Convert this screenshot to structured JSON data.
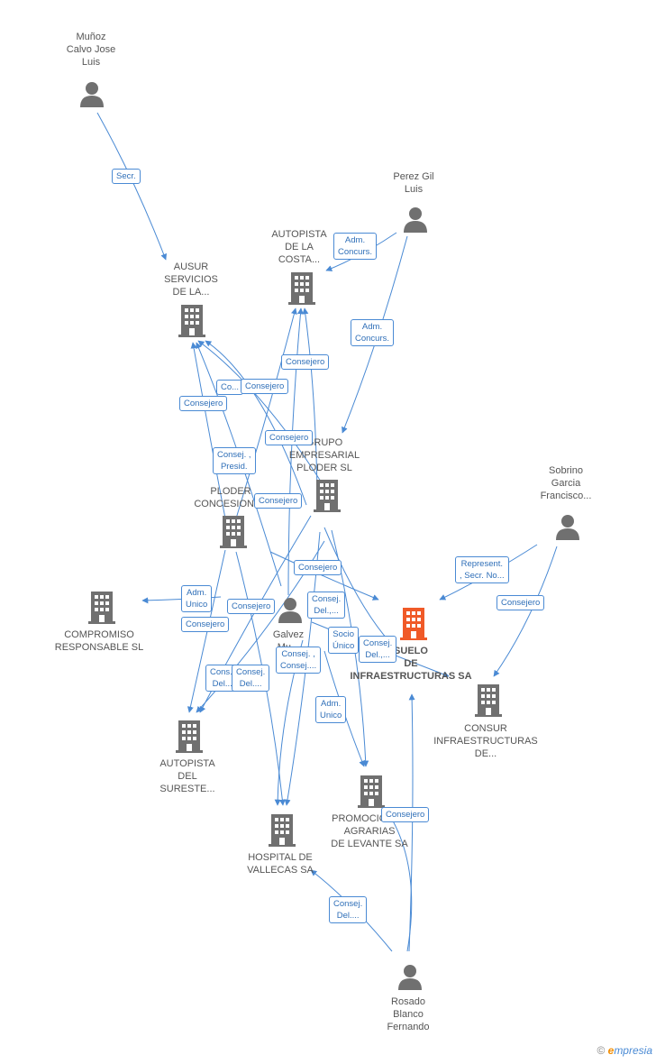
{
  "colors": {
    "edge": "#4a8ad4",
    "node": "#707070",
    "focus": "#f05a28"
  },
  "nodes": {
    "munoz": {
      "label": "Muñoz\nCalvo Jose\nLuis",
      "icon": "person-icon"
    },
    "perez": {
      "label": "Perez Gil\nLuis",
      "icon": "person-icon"
    },
    "ausur": {
      "label": "AUSUR\nSERVICIOS\nDE LA...",
      "icon": "building-icon"
    },
    "autopista_costa": {
      "label": "AUTOPISTA\nDE LA\nCOSTA...",
      "icon": "building-icon"
    },
    "grupo_ploder": {
      "label": "GRUPO\nEMPRESARIAL\nPLODER SL",
      "icon": "building-icon"
    },
    "ploder_conc": {
      "label": "PLODER\nCONCESIONES",
      "icon": "building-icon"
    },
    "sobrino": {
      "label": "Sobrino\nGarcia\nFrancisco...",
      "icon": "person-icon"
    },
    "compromiso": {
      "label": "COMPROMISO\nRESPONSABLE SL",
      "icon": "building-icon"
    },
    "galvez": {
      "label": "Galvez\nMu...",
      "icon": "person-icon"
    },
    "suelo": {
      "label": "SUELO\nDE\nINFRAESTRUCTURAS SA",
      "icon": "building-icon"
    },
    "consur": {
      "label": "CONSUR\nINFRAESTRUCTURAS\nDE...",
      "icon": "building-icon"
    },
    "autopista_sureste": {
      "label": "AUTOPISTA\nDEL\nSURESTE...",
      "icon": "building-icon"
    },
    "promociones": {
      "label": "PROMOCIONES\nAGRARIAS\nDE LEVANTE SA",
      "icon": "building-icon"
    },
    "hospital": {
      "label": "HOSPITAL DE\nVALLECAS SA",
      "icon": "building-icon"
    },
    "rosado": {
      "label": "Rosado\nBlanco\nFernando",
      "icon": "person-icon"
    }
  },
  "edge_labels": [
    "Secr.",
    "Adm.\nConcurs.",
    "Adm.\nConcurs.",
    "Consejero",
    "Co...",
    "Consejero",
    "Consejero",
    "Consejero",
    "Consej. ,\nPresid.",
    "Consejero",
    "Consejero",
    "Represent.\n, Secr. No...",
    "Adm.\nUnico",
    "Consejero",
    "Consej.\nDel.,...",
    "Consejero",
    "Consejero",
    "Socio\nÚnico",
    "Consej.\nDel.,...",
    "Consej. ,\nConsej....",
    "Cons...\nDel....",
    "Consej.\nDel....",
    "Adm.\nUnico",
    "Consejero",
    "Consej.\nDel...."
  ],
  "credit": {
    "copyright": "©",
    "brand_e": "e",
    "brand_rest": "mpresia"
  }
}
